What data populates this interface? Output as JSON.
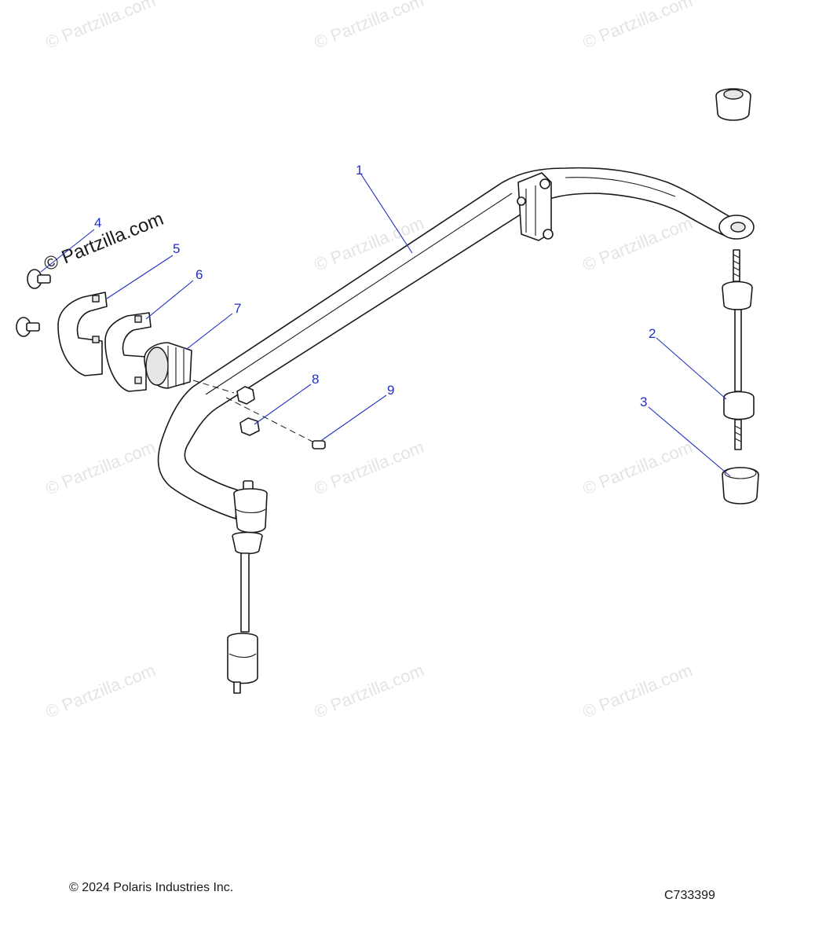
{
  "watermark": {
    "text": "© Partzilla.com"
  },
  "callouts": [
    {
      "number": "1"
    },
    {
      "number": "2"
    },
    {
      "number": "3"
    },
    {
      "number": "4"
    },
    {
      "number": "5"
    },
    {
      "number": "6"
    },
    {
      "number": "7"
    },
    {
      "number": "8"
    },
    {
      "number": "9"
    }
  ],
  "footer": {
    "copyright": "© 2024 Polaris Industries Inc.",
    "drawing_code": "C733399"
  },
  "colors": {
    "callout": "#1f2fc2",
    "line": "#1a1a1a",
    "watermark": "#e4e4e4"
  }
}
